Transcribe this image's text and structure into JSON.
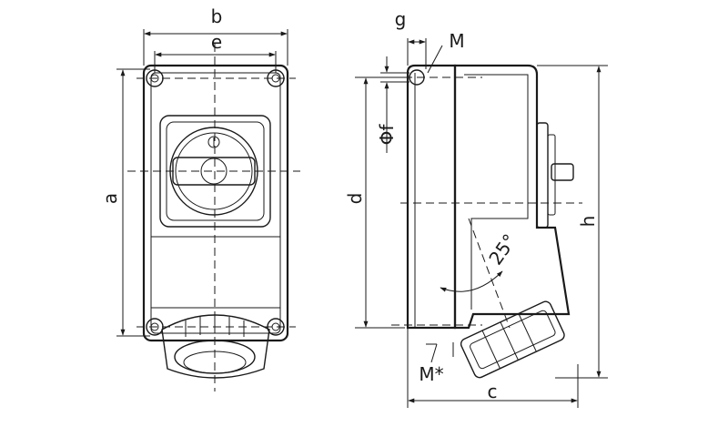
{
  "labels": {
    "a": "a",
    "b": "b",
    "e": "e",
    "g": "g",
    "M": "M",
    "phi_f": "Φf",
    "d": "d",
    "h": "h",
    "angle": "25°",
    "M_star": "M*",
    "c": "c"
  },
  "colors": {
    "ink": "#1a1a1a",
    "background": "#ffffff"
  }
}
